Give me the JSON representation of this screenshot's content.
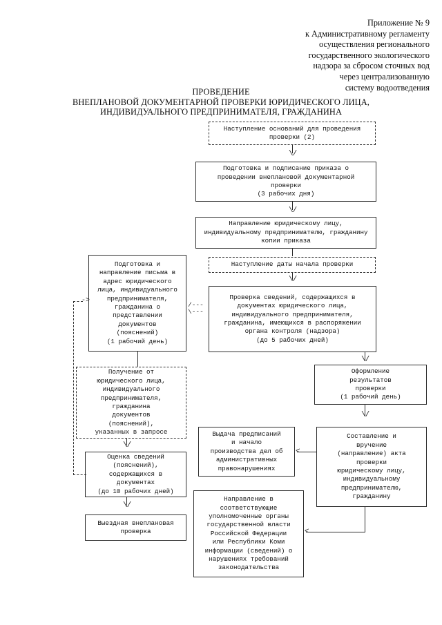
{
  "header": {
    "lines": [
      "Приложение № 9",
      "к Административному регламенту",
      "осуществления регионального",
      "государственного экологического",
      "надзора за сбросом сточных вод",
      "через централизованную",
      "систему водоотведения"
    ]
  },
  "title": {
    "line1": "ПРОВЕДЕНИЕ",
    "line2": "ВНЕПЛАНОВОЙ ДОКУМЕНТАРНОЙ ПРОВЕРКИ ЮРИДИЧЕСКОГО ЛИЦА,",
    "line3": "ИНДИВИДУАЛЬНОГО ПРЕДПРИНИМАТЕЛЯ, ГРАЖДАНИНА"
  },
  "flowchart": {
    "nodes": {
      "grounds": "Наступление оснований для проведения\nпроверки (2)",
      "order_prep": "Подготовка и подписание приказа о\nпроведении внеплановой документарной\nпроверки\n(3 рабочих дня)",
      "send_copy": "Направление юридическому лицу,\nиндивидуальному предпринимателю, гражданину\nкопии приказа",
      "start_date": "Наступление даты начала проверки",
      "letter_prep": "Подготовка и\nнаправление письма в\nадрес юридического\nлица, индивидуального\nпредпринимателя,\nгражданина о\nпредставлении\nдокументов\n(пояснений)\n(1 рабочий день)",
      "check_docs": "Проверка сведений, содержащихся в\nдокументах юридического лица,\nиндивидуального предпринимателя,\nгражданина, имеющихся в распоряжении\nоргана контроля (надзора)\n(до 5 рабочих дней)",
      "receive_docs": "Получение от\nюридического лица,\nиндивидуального\nпредпринимателя,\nгражданина\nдокументов\n(пояснений),\nуказанных в запросе",
      "results": "Оформление\nрезультатов\nпроверки\n(1 рабочий день)",
      "evaluate": "Оценка сведений\n(пояснений),\nсодержащихся в\nдокументах\n(до 10 рабочих дней)",
      "prescriptions": "Выдача предписаний\nи начало\nпроизводства дел об\nадминистративных\nправонарушениях",
      "act": "Составление и\nвручение\n(направление) акта\nпроверки\nюридическому лицу,\nиндивидуальному\nпредпринимателю,\nгражданину",
      "field_check": "Выездная внеплановая\nпроверка",
      "notify_authorities": "Направление в\nсоответствующие\nуполномоченные органы\nгосударственной власти\nРоссийской Федерации\nили Республики Коми\nинформации (сведений) о\nнарушениях требований\nзаконодательства"
    },
    "arrows": {
      "down": "\\/",
      "left": "<",
      "right": "->",
      "pair_right": "/---\n\\---"
    }
  }
}
